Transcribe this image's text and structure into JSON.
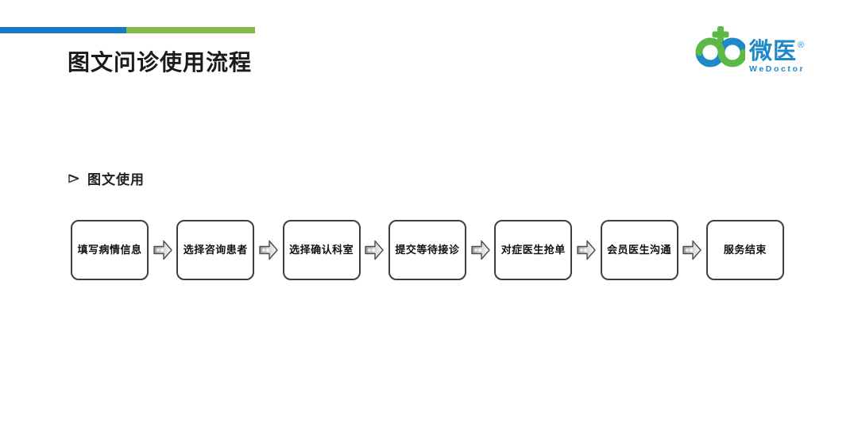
{
  "header": {
    "title": "图文问诊使用流程",
    "accent_bar": {
      "blue_color": "#1b7ac1",
      "green_color": "#85ba4a"
    }
  },
  "logo": {
    "brand_cn": "微医",
    "registered_mark": "®",
    "brand_en": "WeDoctor",
    "blue_color": "#1e88c8",
    "green_color": "#5cb948"
  },
  "section": {
    "bullet_icon": "right-arrowhead",
    "label": "图文使用"
  },
  "flow": {
    "steps": [
      {
        "label": "填写病情信息"
      },
      {
        "label": "选择咨询患者"
      },
      {
        "label": "选择确认科室"
      },
      {
        "label": "提交等待接诊"
      },
      {
        "label": "对症医生抢单"
      },
      {
        "label": "会员医生沟通"
      },
      {
        "label": "服务结束"
      }
    ]
  }
}
